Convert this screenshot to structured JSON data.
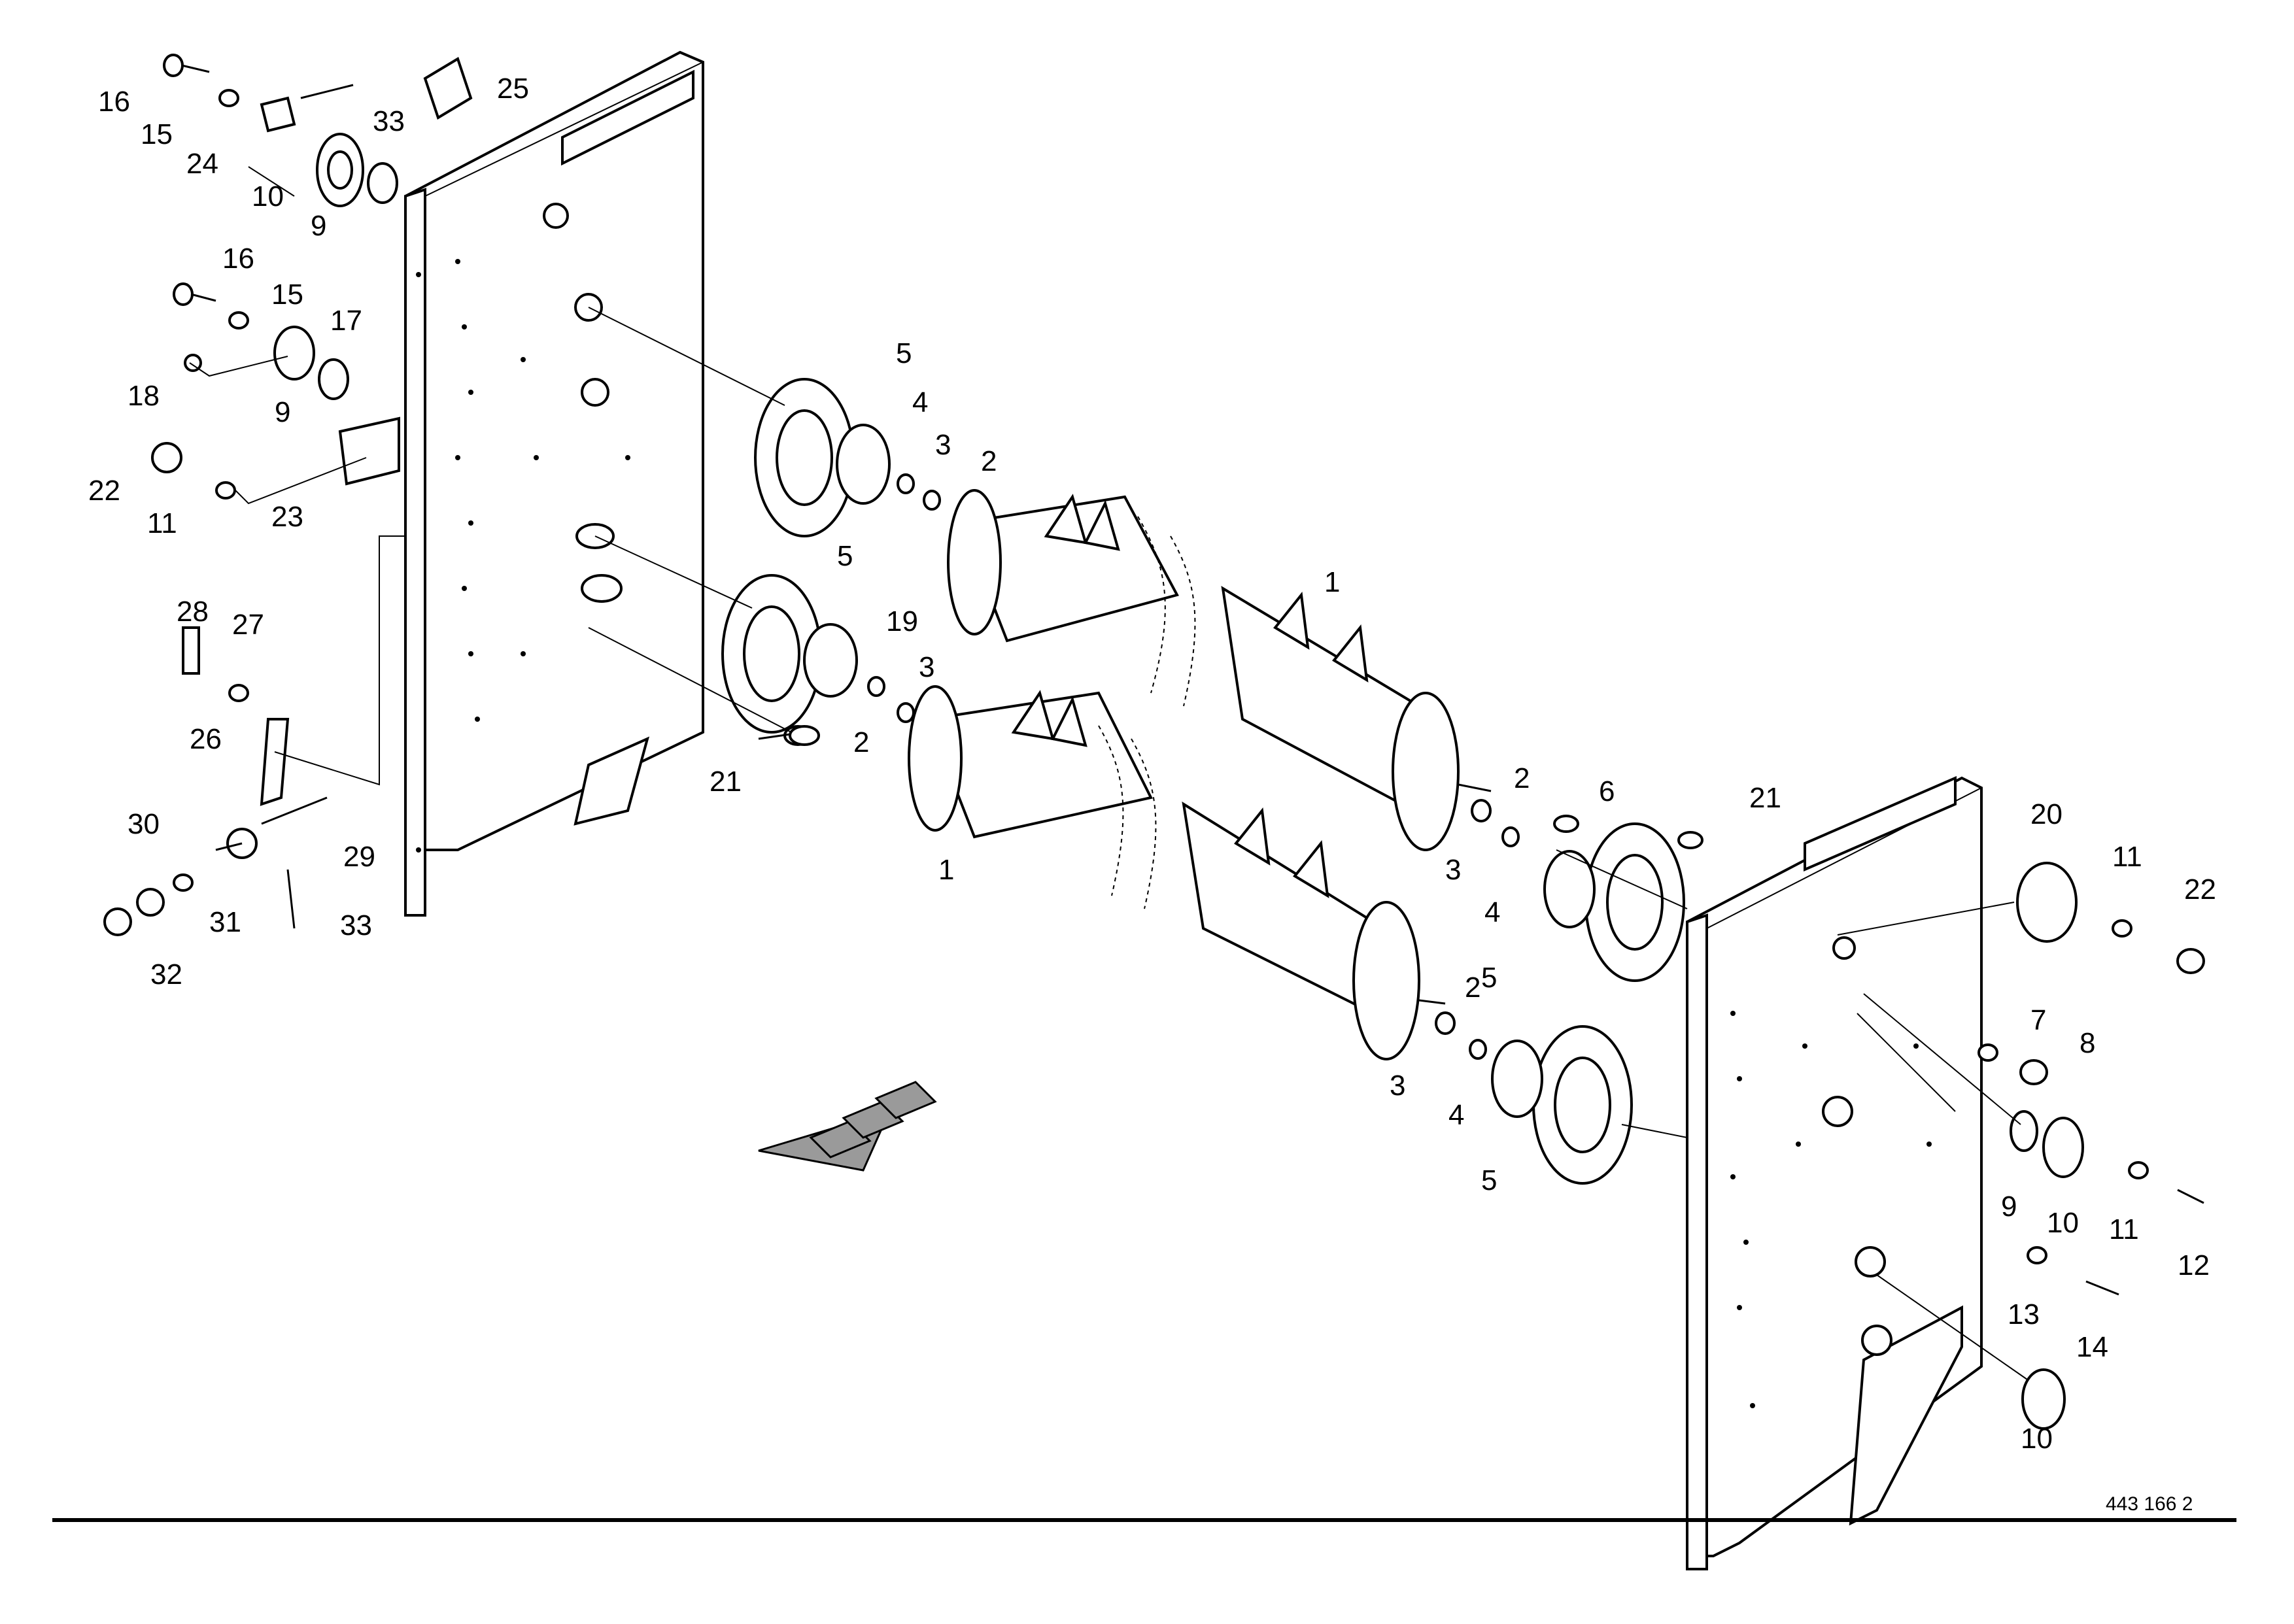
{
  "drawing": {
    "document_number": "443 166 2",
    "callouts": [
      "16",
      "15",
      "33",
      "25",
      "24",
      "10",
      "9",
      "16",
      "15",
      "17",
      "18",
      "9",
      "22",
      "11",
      "23",
      "28",
      "27",
      "26",
      "30",
      "29",
      "31",
      "33",
      "32",
      "5",
      "4",
      "3",
      "2",
      "5",
      "19",
      "3",
      "2",
      "21",
      "1",
      "1",
      "2",
      "3",
      "6",
      "21",
      "4",
      "5",
      "2",
      "3",
      "4",
      "5",
      "20",
      "11",
      "22",
      "7",
      "8",
      "9",
      "10",
      "11",
      "12",
      "13",
      "14",
      "10"
    ]
  },
  "colors": {
    "line": "#000000",
    "background": "#ffffff",
    "arrow_fill": "#9a9a9a"
  }
}
